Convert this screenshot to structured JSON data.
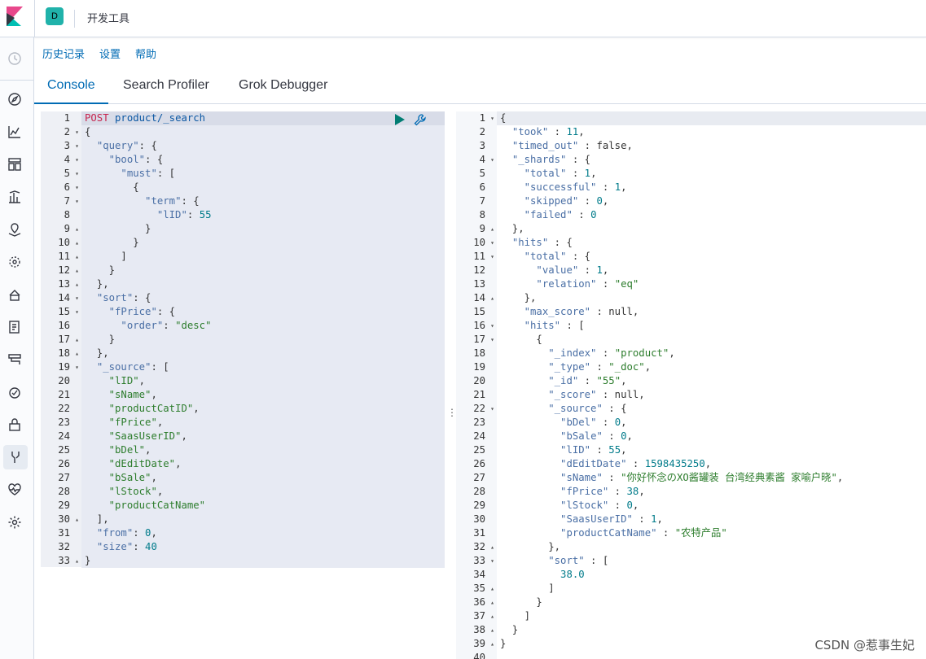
{
  "header": {
    "space_initial": "D",
    "app_title": "开发工具"
  },
  "top_menu": {
    "history": "历史记录",
    "settings": "设置",
    "help": "帮助"
  },
  "tabs": [
    {
      "label": "Console",
      "active": true
    },
    {
      "label": "Search Profiler",
      "active": false
    },
    {
      "label": "Grok Debugger",
      "active": false
    }
  ],
  "request": {
    "method": "POST",
    "path": "product/_search",
    "lines": [
      "POST product/_search",
      "{",
      "  \"query\": {",
      "    \"bool\": {",
      "      \"must\": [",
      "        {",
      "          \"term\": {",
      "            \"lID\": 55",
      "          }",
      "        }",
      "      ]",
      "    }",
      "  },",
      "  \"sort\": {",
      "    \"fPrice\": {",
      "      \"order\": \"desc\"",
      "    }",
      "  },",
      "  \"_source\": [",
      "    \"lID\",",
      "    \"sName\",",
      "    \"productCatID\",",
      "    \"fPrice\",",
      "    \"SaasUserID\",",
      "    \"bDel\",",
      "    \"dEditDate\",",
      "    \"bSale\",",
      "    \"lStock\",",
      "    \"productCatName\"",
      "  ],",
      "  \"from\": 0,",
      "  \"size\": 40",
      "}"
    ],
    "folds": [
      "",
      "v",
      "v",
      "v",
      "v",
      "v",
      "v",
      "",
      "^",
      "^",
      "^",
      "^",
      "^",
      "v",
      "v",
      "",
      "^",
      "^",
      "v",
      "",
      "",
      "",
      "",
      "",
      "",
      "",
      "",
      "",
      "",
      "^",
      "",
      "",
      "^"
    ]
  },
  "response": {
    "lines": [
      "{",
      "  \"took\" : 11,",
      "  \"timed_out\" : false,",
      "  \"_shards\" : {",
      "    \"total\" : 1,",
      "    \"successful\" : 1,",
      "    \"skipped\" : 0,",
      "    \"failed\" : 0",
      "  },",
      "  \"hits\" : {",
      "    \"total\" : {",
      "      \"value\" : 1,",
      "      \"relation\" : \"eq\"",
      "    },",
      "    \"max_score\" : null,",
      "    \"hits\" : [",
      "      {",
      "        \"_index\" : \"product\",",
      "        \"_type\" : \"_doc\",",
      "        \"_id\" : \"55\",",
      "        \"_score\" : null,",
      "        \"_source\" : {",
      "          \"bDel\" : 0,",
      "          \"bSale\" : 0,",
      "          \"lID\" : 55,",
      "          \"dEditDate\" : 1598435250,",
      "          \"sName\" : \"你好怀念のXO酱罐装 台湾经典素酱 家喻户晓\",",
      "          \"fPrice\" : 38,",
      "          \"lStock\" : 0,",
      "          \"SaasUserID\" : 1,",
      "          \"productCatName\" : \"农特产品\"",
      "        },",
      "        \"sort\" : [",
      "          38.0",
      "        ]",
      "      }",
      "    ]",
      "  }",
      "}",
      ""
    ],
    "folds": [
      "v",
      "",
      "",
      "v",
      "",
      "",
      "",
      "",
      "^",
      "v",
      "v",
      "",
      "",
      "^",
      "",
      "v",
      "v",
      "",
      "",
      "",
      "",
      "v",
      "",
      "",
      "",
      "",
      "",
      "",
      "",
      "",
      "",
      "^",
      "v",
      "",
      "^",
      "^",
      "^",
      "^",
      "^",
      ""
    ]
  },
  "watermark": "CSDN @惹事生妃",
  "colors": {
    "accent": "#006bb4",
    "space_avatar": "#20b2aa",
    "run_green": "#017d73"
  }
}
